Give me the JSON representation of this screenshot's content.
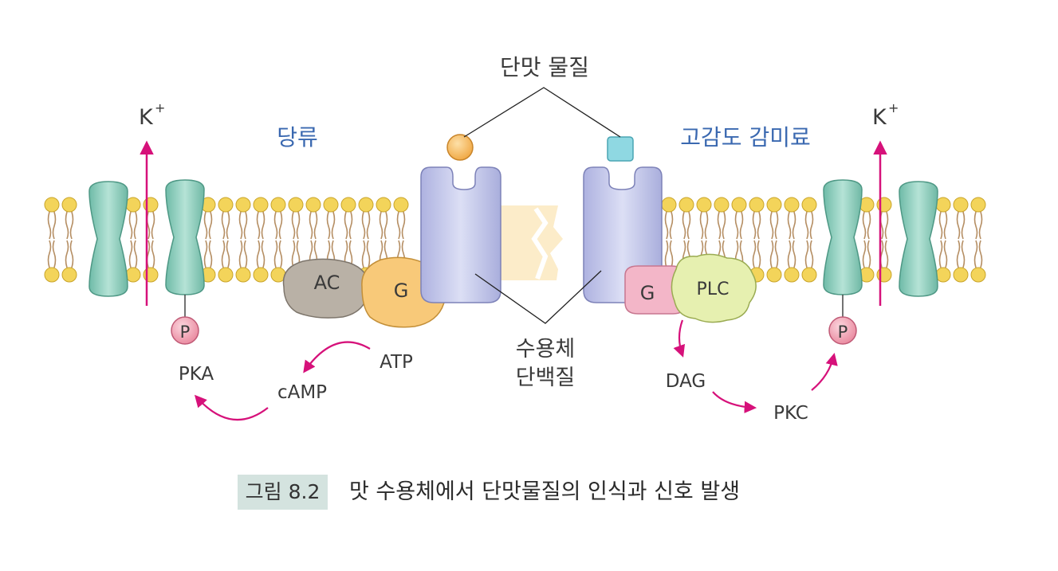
{
  "labels": {
    "tastant": "단맛 물질",
    "sugar": "당류",
    "sweetener": "고감도 감미료",
    "k_left": "K",
    "k_right": "K",
    "k_sup": "+",
    "receptor_line1": "수용체",
    "receptor_line2": "단백질",
    "ac": "AC",
    "g_left": "G",
    "g_right": "G",
    "plc": "PLC",
    "p_left": "P",
    "p_right": "P",
    "pka": "PKA",
    "camp": "cAMP",
    "atp": "ATP",
    "dag": "DAG",
    "pkc": "PKC"
  },
  "caption": {
    "tag": "그림 8.2",
    "text": "맛 수용체에서 단맛물질의 인식과 신호 발생"
  },
  "colors": {
    "arrow": "#d6117a",
    "label_blue": "#3a68b0",
    "channel": "#8fcfbf",
    "receptor": "#c3c7ea",
    "lipid_head": "#f3d45a",
    "sugar_ball": "#f6b85a",
    "sweetener_cube": "#8fd8e2",
    "ac": "#b8b0a6",
    "g_protein_left": "#f8c979",
    "g_protein_right": "#f3b6c8",
    "plc": "#e6f0b0",
    "phosphate": "#f2a8b8"
  }
}
